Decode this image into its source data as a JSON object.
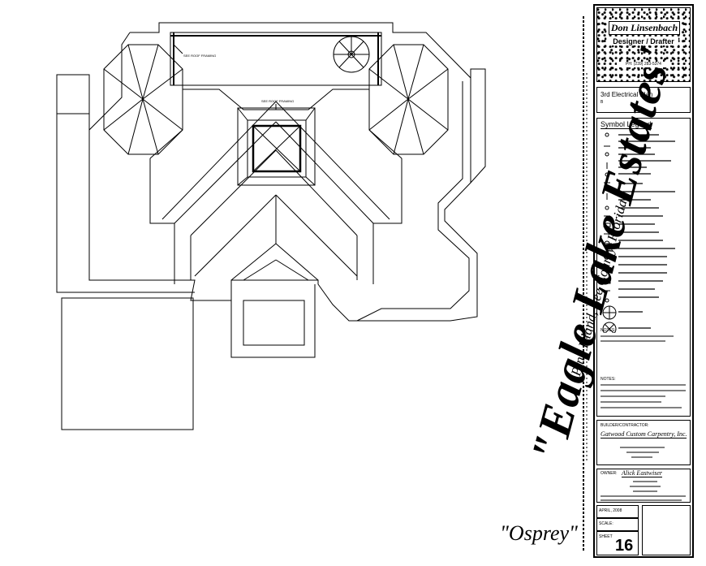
{
  "project": {
    "title": "\"Eagle Lake Estates\"",
    "location": "Pine Island, Lee County, Florida",
    "model": "\"Osprey\""
  },
  "designer": {
    "name": "Don Linsenbach",
    "role": "Designer / Drafter",
    "phone": "PH: (239) 283-5374"
  },
  "sheet_title": "3rd Electrical Plan",
  "sheet_title_note": "B",
  "legend": {
    "heading": "Symbol Legend",
    "notes_label": "NOTES:",
    "general_notes_label": "NOTES:"
  },
  "builder": {
    "label": "BUILDER/CONTRACTOR:",
    "name": "Gatwood Custom Carpentry, Inc."
  },
  "owner": {
    "label": "OWNER:",
    "name": "Alick Eastwiser"
  },
  "drawing_info": {
    "date": "APRIL, 2008",
    "scale_label": "SCALE:",
    "sheet_label": "SHEET",
    "sheet_number": "16"
  },
  "plan_labels": {
    "roof_note_left": "SEE ROOF FRAMING",
    "roof_note_center": "SEE ROOF FRAMING"
  }
}
